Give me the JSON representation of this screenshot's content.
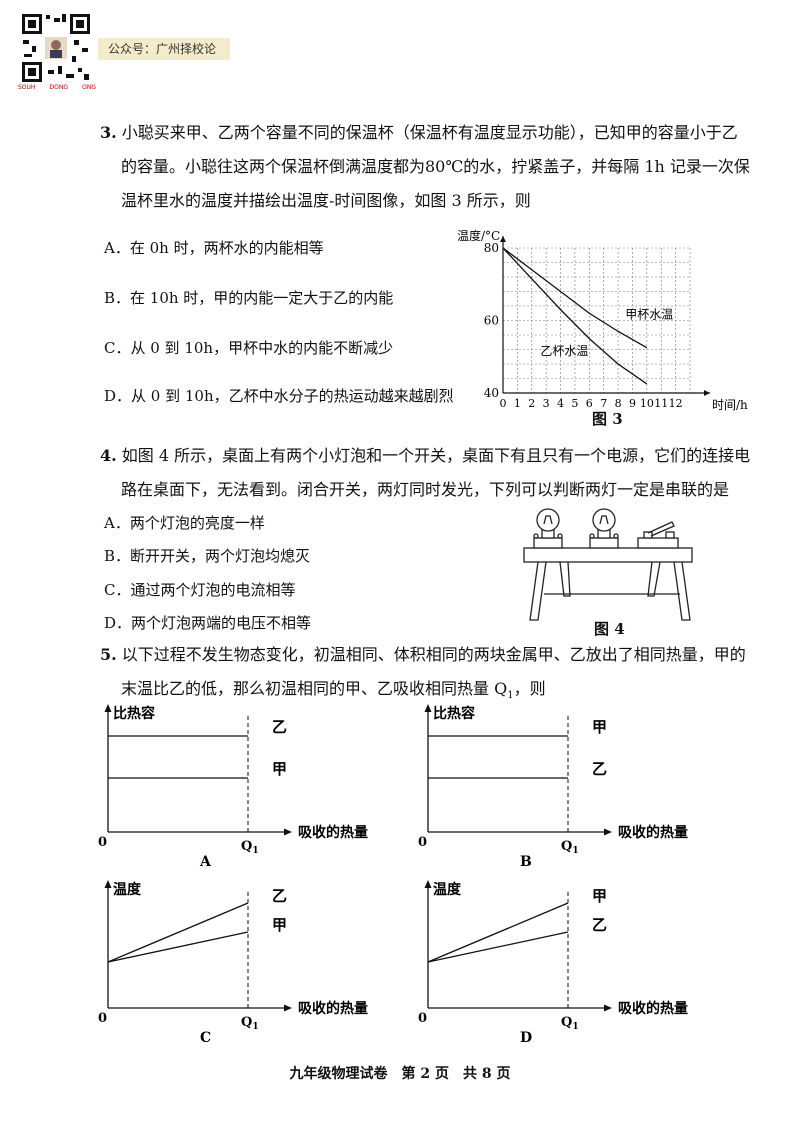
{
  "header": {
    "banner_text": "公众号：广州择校论",
    "qr_caption": [
      "SOUH",
      "DONG",
      "ONG"
    ]
  },
  "q3": {
    "number": "3.",
    "lines": [
      "小聪买来甲、乙两个容量不同的保温杯（保温杯有温度显示功能），已知甲的容量小于乙",
      "的容量。小聪往这两个保温杯倒满温度都为80℃的水，拧紧盖子，并每隔 1h 记录一次保",
      "温杯里水的温度并描绘出温度-时间图像，如图 3 所示，则"
    ],
    "options": [
      "A．在 0h 时，两杯水的内能相等",
      "B．在 10h 时，甲的内能一定大于乙的内能",
      "C．从 0 到 10h，甲杯中水的内能不断减少",
      "D．从 0 到 10h，乙杯中水分子的热运动越来越剧烈"
    ],
    "figure_caption": "图 3"
  },
  "q4": {
    "number": "4.",
    "lines": [
      "如图 4 所示，桌面上有两个小灯泡和一个开关，桌面下有且只有一个电源，它们的连接电",
      "路在桌面下，无法看到。闭合开关，两灯同时发光，下列可以判断两灯一定是串联的是"
    ],
    "options": [
      "A．两个灯泡的亮度一样",
      "B．断开开关，两个灯泡均熄灭",
      "C．通过两个灯泡的电流相等",
      "D．两个灯泡两端的电压不相等"
    ],
    "figure_caption": "图 4"
  },
  "q5": {
    "number": "5.",
    "lines": [
      "以下过程不发生物态变化，初温相同、体积相同的两块金属甲、乙放出了相同热量，甲的",
      "末温比乙的低，那么初温相同的甲、乙吸收相同热量 Q",
      "，则"
    ],
    "q_sub": "1"
  },
  "footer": "九年级物理试卷　第 2 页　共 8 页",
  "chart_data": [
    {
      "type": "line",
      "caption": "图 3",
      "ylabel": "温度/°C",
      "xlabel": "时间/h",
      "x_ticks": [
        "0",
        "1",
        "2",
        "3",
        "4",
        "5",
        "6",
        "7",
        "8",
        "9",
        "10",
        "11",
        "12"
      ],
      "y_ticks": [
        "40",
        "60",
        "80"
      ],
      "xlim": [
        0,
        13
      ],
      "ylim": [
        40,
        80
      ],
      "series": [
        {
          "name": "甲杯水温",
          "x": [
            0,
            2,
            4,
            6,
            8,
            10
          ],
          "y": [
            80,
            74,
            68,
            62,
            57,
            52.5
          ]
        },
        {
          "name": "乙杯水温",
          "x": [
            0,
            2,
            4,
            6,
            8,
            10
          ],
          "y": [
            80,
            71.5,
            63,
            55,
            48,
            42.5
          ]
        }
      ]
    },
    {
      "type": "line",
      "panel": "A",
      "ylabel": "比热容",
      "xlabel": "吸收的热量",
      "x_mark": "Q",
      "x_mark_sub": "1",
      "origin": "0",
      "series": [
        {
          "name": "乙",
          "y": "high",
          "slope": "flat"
        },
        {
          "name": "甲",
          "y": "low",
          "slope": "flat"
        }
      ]
    },
    {
      "type": "line",
      "panel": "B",
      "ylabel": "比热容",
      "xlabel": "吸收的热量",
      "x_mark": "Q",
      "x_mark_sub": "1",
      "origin": "0",
      "series": [
        {
          "name": "甲",
          "y": "high",
          "slope": "flat"
        },
        {
          "name": "乙",
          "y": "low",
          "slope": "flat"
        }
      ]
    },
    {
      "type": "line",
      "panel": "C",
      "ylabel": "温度",
      "xlabel": "吸收的热量",
      "x_mark": "Q",
      "x_mark_sub": "1",
      "origin": "0",
      "series": [
        {
          "name": "乙",
          "slope": "steep"
        },
        {
          "name": "甲",
          "slope": "shallow"
        }
      ]
    },
    {
      "type": "line",
      "panel": "D",
      "ylabel": "温度",
      "xlabel": "吸收的热量",
      "x_mark": "Q",
      "x_mark_sub": "1",
      "origin": "0",
      "series": [
        {
          "name": "甲",
          "slope": "steep"
        },
        {
          "name": "乙",
          "slope": "shallow"
        }
      ]
    }
  ]
}
